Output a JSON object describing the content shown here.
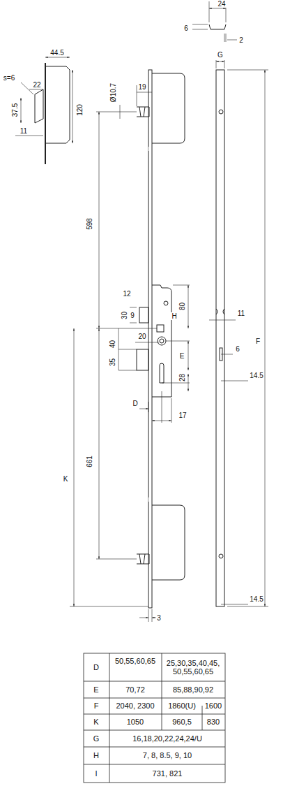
{
  "diagram": {
    "labels": [
      "24",
      "6",
      "2",
      "44.5",
      "s=6",
      "22",
      "37.5",
      "120",
      "11",
      "G",
      "Ø10.7",
      "19",
      "598",
      "12",
      "9",
      "30",
      "80",
      "H",
      "40",
      "20",
      "11",
      "35",
      "E",
      "F",
      "6",
      "14.5",
      "28",
      "D",
      "17",
      "K",
      "661",
      "14.5",
      "3",
      "D",
      "50,55,60,65",
      "25,30,35,40,45, 50,55,60,65",
      "E",
      "70,72",
      "85,88,90,92",
      "F",
      "2040, 2300",
      "1860(U)",
      "1600",
      "K",
      "1050",
      "960,5",
      "830",
      "G",
      "16,18,20,22,24,24/U",
      "H",
      "7, 8, 8.5, 9, 10",
      "I",
      "731, 821"
    ]
  }
}
